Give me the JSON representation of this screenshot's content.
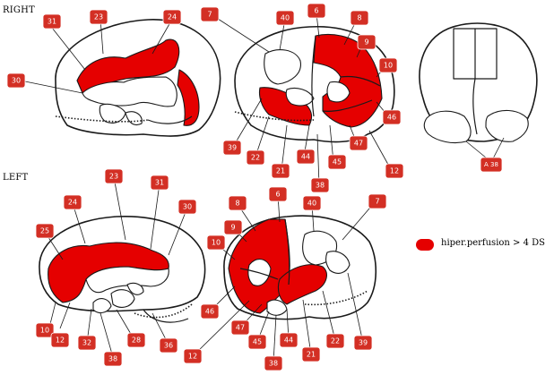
{
  "labels": {
    "right": "RIGHT",
    "left": "LEFT"
  },
  "legend": {
    "text": "hiper.perfusion > 4 DS",
    "color": "#e50000"
  },
  "colors": {
    "tag": "#d32f24",
    "region": "#e50000",
    "outline": "#1a1a1a"
  },
  "areas": {
    "right_medial": [
      "31",
      "23",
      "24",
      "30"
    ],
    "right_lateral": [
      "7",
      "40",
      "6",
      "8",
      "9",
      "10",
      "46",
      "47",
      "45",
      "12",
      "38",
      "44",
      "21",
      "22",
      "39"
    ],
    "coronal": [
      "A 38"
    ],
    "left_medial": [
      "23",
      "31",
      "24",
      "30",
      "25",
      "10",
      "12",
      "32",
      "38",
      "28",
      "36"
    ],
    "left_lateral": [
      "8",
      "6",
      "40",
      "7",
      "9",
      "10",
      "46",
      "47",
      "45",
      "44",
      "21",
      "22",
      "39",
      "12",
      "38"
    ]
  }
}
